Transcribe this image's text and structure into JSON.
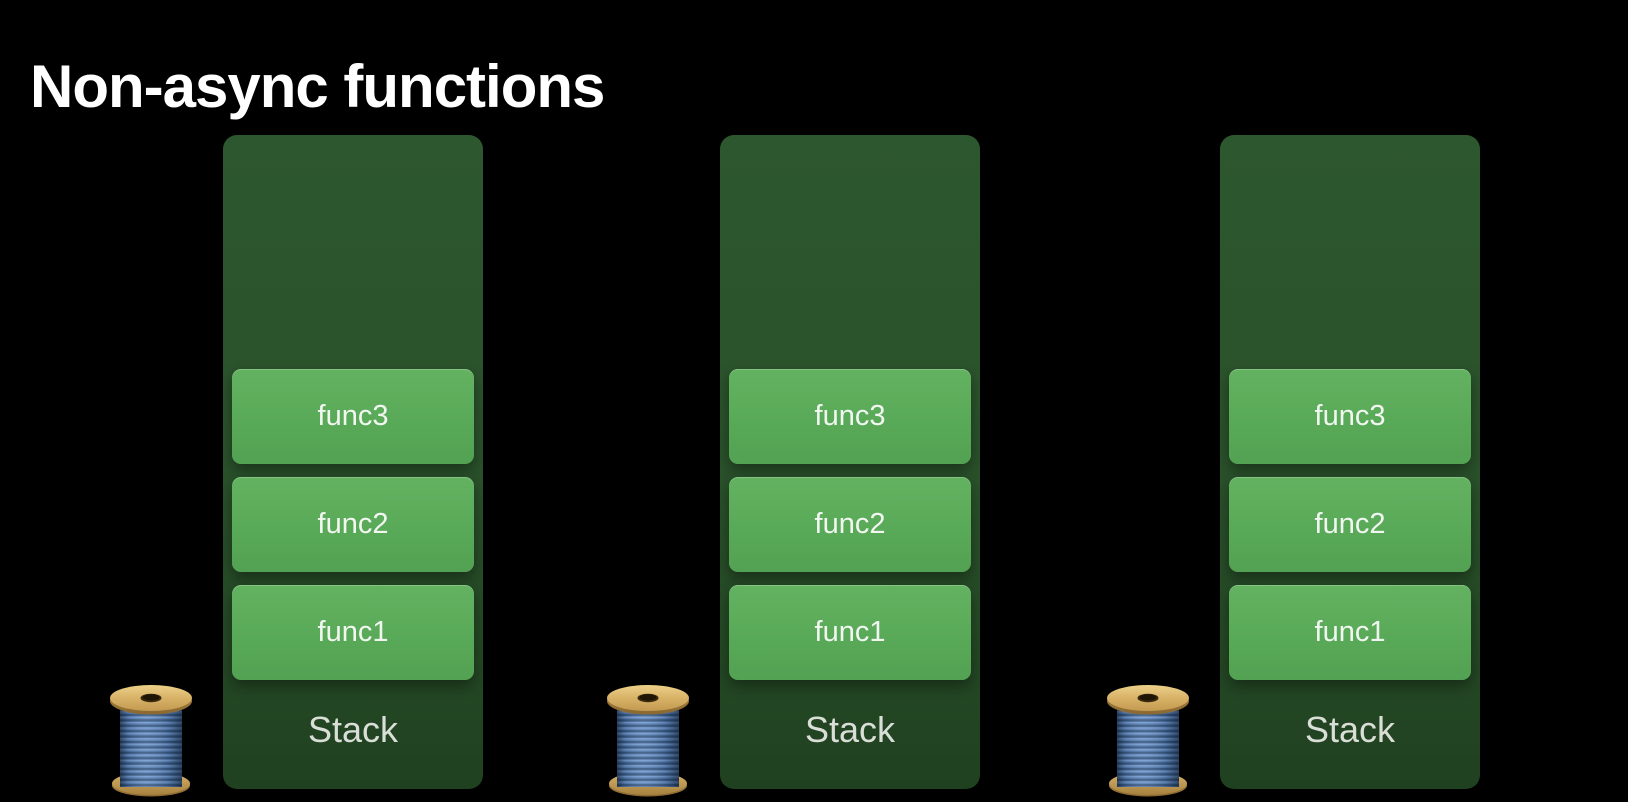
{
  "slide": {
    "title": "Non-async functions"
  },
  "colors": {
    "background": "#000000",
    "title_text": "#ffffff",
    "stack_fill_top": "#2d572e",
    "stack_fill_bottom": "#204120",
    "frame_fill": "#5bad5a",
    "frame_text": "#f2f6f1",
    "stack_label_text": "#d9ded7",
    "spool_thread_blue": "#5e86bd",
    "spool_flange_tan": "#d8b267"
  },
  "stacks": [
    {
      "label": "Stack",
      "icon": "thread-spool-icon",
      "frames": [
        "func1",
        "func2",
        "func3"
      ]
    },
    {
      "label": "Stack",
      "icon": "thread-spool-icon",
      "frames": [
        "func1",
        "func2",
        "func3"
      ]
    },
    {
      "label": "Stack",
      "icon": "thread-spool-icon",
      "frames": [
        "func1",
        "func2",
        "func3"
      ]
    }
  ]
}
